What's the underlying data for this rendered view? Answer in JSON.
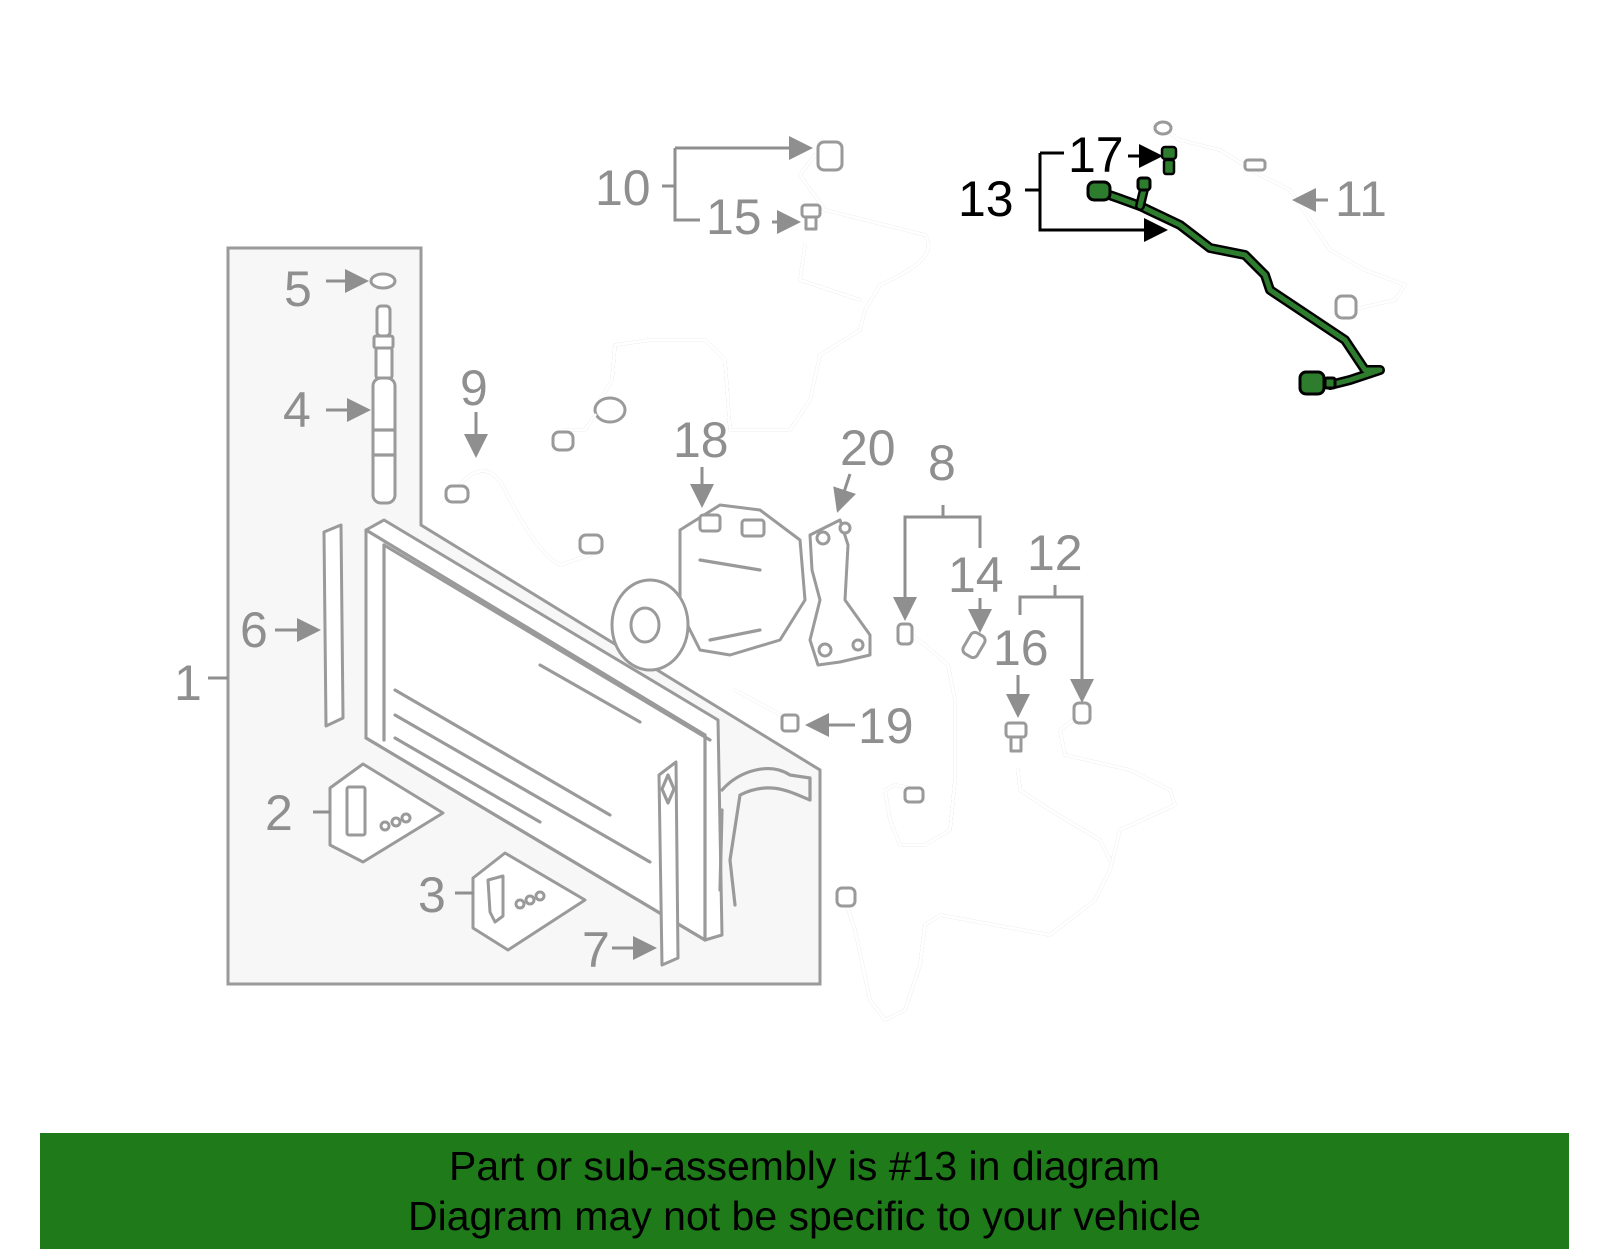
{
  "diagram": {
    "highlighted_part": "13",
    "callouts": [
      {
        "id": "c1",
        "number": "1"
      },
      {
        "id": "c2",
        "number": "2"
      },
      {
        "id": "c3",
        "number": "3"
      },
      {
        "id": "c4",
        "number": "4"
      },
      {
        "id": "c5",
        "number": "5"
      },
      {
        "id": "c6",
        "number": "6"
      },
      {
        "id": "c7",
        "number": "7"
      },
      {
        "id": "c8",
        "number": "8"
      },
      {
        "id": "c9",
        "number": "9"
      },
      {
        "id": "c10",
        "number": "10"
      },
      {
        "id": "c11",
        "number": "11"
      },
      {
        "id": "c12",
        "number": "12"
      },
      {
        "id": "c13",
        "number": "13"
      },
      {
        "id": "c14",
        "number": "14"
      },
      {
        "id": "c15",
        "number": "15"
      },
      {
        "id": "c16",
        "number": "16"
      },
      {
        "id": "c17",
        "number": "17"
      },
      {
        "id": "c18",
        "number": "18"
      },
      {
        "id": "c19",
        "number": "19"
      },
      {
        "id": "c20",
        "number": "20"
      }
    ],
    "colors": {
      "line_art": "#9a9a9a",
      "highlight": "#2e7d2e",
      "banner": "#1f7a1a"
    }
  },
  "banner": {
    "line1": "Part or sub-assembly is #13 in diagram",
    "line2": "Diagram may not be specific to your vehicle"
  }
}
